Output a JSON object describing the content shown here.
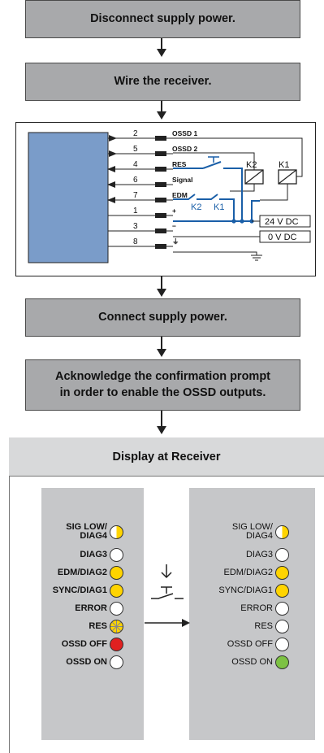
{
  "steps": {
    "disconnect": "Disconnect supply power.",
    "wire": "Wire the receiver.",
    "connect": "Connect supply power.",
    "acknowledge_line1": "Acknowledge the confirmation prompt",
    "acknowledge_line2": "in order to enable the OSSD outputs."
  },
  "wiring": {
    "pins": [
      "2",
      "5",
      "4",
      "6",
      "7",
      "1",
      "3",
      "8"
    ],
    "signals": [
      "OSSD 1",
      "OSSD 2",
      "RES",
      "Signal",
      "EDM",
      "+",
      "−",
      "⏚"
    ],
    "relays": [
      "K2",
      "K1"
    ],
    "edm_contacts": [
      "K2",
      "K1"
    ],
    "supply": [
      "24 V DC",
      "0 V DC"
    ],
    "colors": {
      "module": "#7a9cc9",
      "wire_blue": "#1a5fa8",
      "wire_black": "#222222"
    }
  },
  "display": {
    "title": "Display at Receiver",
    "before": [
      {
        "label": "SIG LOW/\nDIAG4",
        "state": "half-yellow"
      },
      {
        "label": "DIAG3",
        "state": "off"
      },
      {
        "label": "EDM/DIAG2",
        "state": "yellow"
      },
      {
        "label": "SYNC/DIAG1",
        "state": "yellow"
      },
      {
        "label": "ERROR",
        "state": "off"
      },
      {
        "label": "RES",
        "state": "yellow-flashing"
      },
      {
        "label": "OSSD OFF",
        "state": "red"
      },
      {
        "label": "OSSD ON",
        "state": "off"
      }
    ],
    "after": [
      {
        "label": "SIG LOW/\nDIAG4",
        "state": "half-yellow"
      },
      {
        "label": "DIAG3",
        "state": "off"
      },
      {
        "label": "EDM/DIAG2",
        "state": "yellow"
      },
      {
        "label": "SYNC/DIAG1",
        "state": "yellow"
      },
      {
        "label": "ERROR",
        "state": "off"
      },
      {
        "label": "RES",
        "state": "off"
      },
      {
        "label": "OSSD OFF",
        "state": "off"
      },
      {
        "label": "OSSD ON",
        "state": "green"
      }
    ],
    "led_colors": {
      "yellow": "#ffd400",
      "red": "#e02020",
      "green": "#7dc243",
      "off": "#ffffff"
    }
  }
}
